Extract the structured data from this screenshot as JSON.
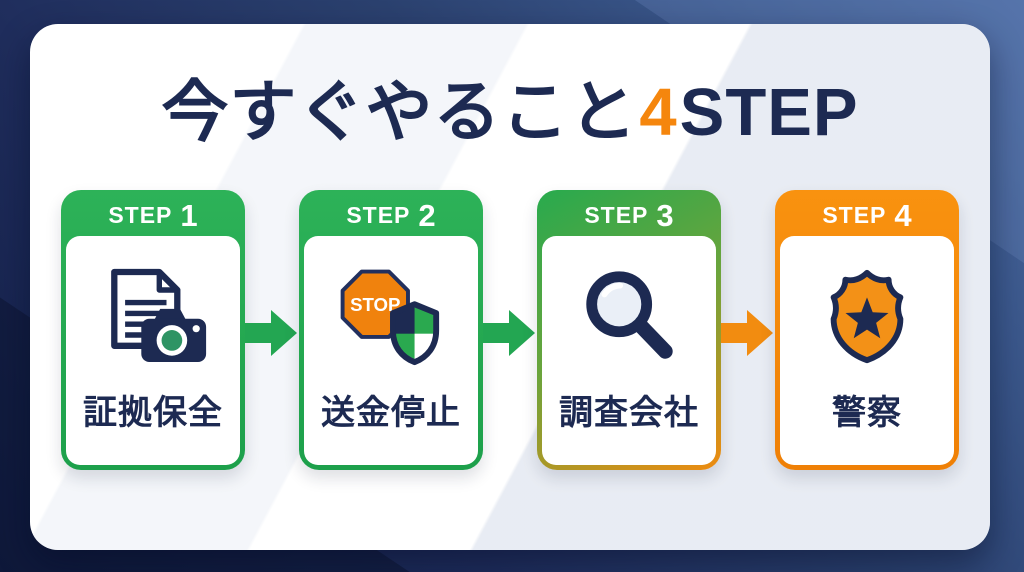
{
  "title": {
    "prefix": "今すぐやること",
    "highlight_number": "4",
    "suffix": "STEP"
  },
  "steps": [
    {
      "header_label": "STEP",
      "number": "1",
      "label": "証拠保全",
      "icon": "document-camera-icon"
    },
    {
      "header_label": "STEP",
      "number": "2",
      "label": "送金停止",
      "icon": "stop-shield-icon",
      "stop_text": "STOP"
    },
    {
      "header_label": "STEP",
      "number": "3",
      "label": "調査会社",
      "icon": "magnifier-icon"
    },
    {
      "header_label": "STEP",
      "number": "4",
      "label": "警察",
      "icon": "police-badge-icon"
    }
  ],
  "colors": {
    "accent_green": "#23a652",
    "accent_orange": "#f28c10",
    "navy_text": "#1d2a52",
    "background_navy": "#1f2d5c",
    "panel_white": "#ffffff"
  }
}
